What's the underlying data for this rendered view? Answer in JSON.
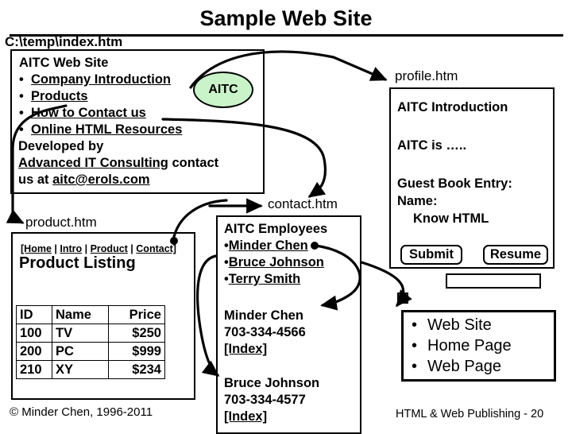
{
  "slide": {
    "title": "Sample Web Site",
    "copyright": "© Minder Chen, 1996-2011",
    "footer": "HTML & Web Publishing - 20"
  },
  "colors": {
    "ellipse_fill": "#c9f4c9",
    "line": "#000000",
    "background": "#ffffff"
  },
  "index_page": {
    "caption": "C:\\temp\\index.htm",
    "heading": "AITC Web Site",
    "links": [
      "Company Introduction",
      "Products",
      "How to Contact us",
      "Online HTML Resources"
    ],
    "developed_by_label": "Developed by",
    "company_link": "Advanced IT Consulting",
    "contact_text": "contact",
    "contact_prefix": "us at",
    "email": "aitc@erols.com"
  },
  "logo": {
    "label": "AITC"
  },
  "profile_page": {
    "caption": "profile.htm",
    "heading": "AITC Introduction",
    "body": "AITC is …..",
    "guest_book_label": "Guest Book Entry:",
    "name_label": "Name:",
    "name_value": "",
    "name_placeholder": "",
    "checkbox_label": "Know HTML",
    "checkbox_checked": false,
    "submit_label": "Submit",
    "resume_label": "Resume"
  },
  "product_page": {
    "caption": "product.htm",
    "nav": [
      "[Home",
      "Intro",
      "Product",
      "Contact]"
    ],
    "nav_separator": " | ",
    "heading": "Product Listing",
    "table": {
      "headers": [
        "ID",
        "Name",
        "Price"
      ],
      "rows": [
        [
          "100",
          "TV",
          "$250"
        ],
        [
          "200",
          "PC",
          "$999"
        ],
        [
          "210",
          "XY",
          "$234"
        ]
      ]
    }
  },
  "contact_page": {
    "caption": "contact.htm",
    "heading": "AITC Employees",
    "employee_links": [
      "Minder Chen",
      "Bruce Johnson",
      "Terry Smith"
    ],
    "entries": [
      {
        "name": "Minder Chen",
        "phone": "703-334-4566",
        "index_link": "[Index]"
      },
      {
        "name": "Bruce Johnson",
        "phone": "703-334-4577",
        "index_link": "[Index]"
      }
    ]
  },
  "terms_box": {
    "items": [
      "Web Site",
      "Home Page",
      "Web Page"
    ]
  }
}
